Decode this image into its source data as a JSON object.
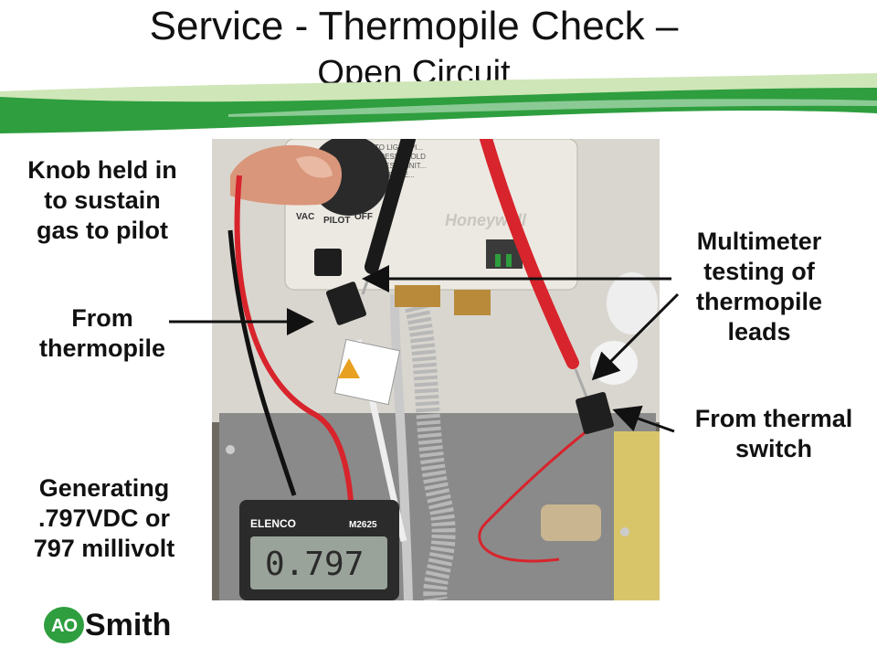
{
  "slide": {
    "title_line1": "Service - Thermopile Check –",
    "title_line2": "Open Circuit"
  },
  "labels": {
    "knob": [
      "Knob held in",
      "to sustain",
      "gas to pilot"
    ],
    "thermopile": [
      "From",
      "thermopile"
    ],
    "generating": [
      "Generating",
      ".797VDC or",
      "797 millivolt"
    ],
    "multimeter": [
      "Multimeter",
      "testing of",
      "thermopile",
      "leads"
    ],
    "thermal_switch": [
      "From thermal",
      "switch"
    ]
  },
  "photo": {
    "dial_labels": [
      "VAC",
      "PILOT",
      "OFF"
    ],
    "instructions": [
      "TO LIGHT PI...",
      "PRESS | HOLD",
      "PRESS IGNIT...",
      "RELEASE..."
    ],
    "brand_on_valve": "Honeywell",
    "meter_brand": "ELENCO",
    "meter_model": "M2625",
    "meter_reading": "0.797"
  },
  "logo": {
    "badge": "AO",
    "text": "Smith"
  },
  "colors": {
    "swoosh_green": "#2e9e3e",
    "swoosh_light": "#cfe6b8",
    "logo_green": "#2e9e3e",
    "probe_red": "#d8242c"
  }
}
